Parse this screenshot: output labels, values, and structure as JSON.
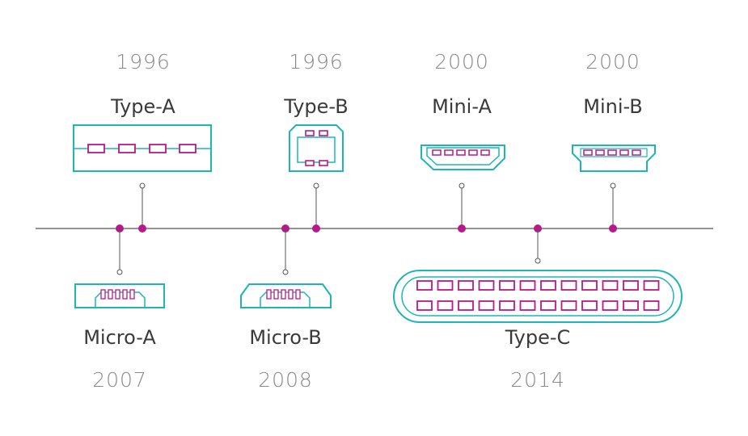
{
  "colors": {
    "connector": "#1fb5b5",
    "pin": "#b8198a",
    "timeline": "#555555",
    "year_text": "#8a8a8a",
    "name_text": "#3a3a3a"
  },
  "connectors_top": [
    {
      "id": "type-a",
      "name": "Type-A",
      "year": "1996"
    },
    {
      "id": "type-b",
      "name": "Type-B",
      "year": "1996"
    },
    {
      "id": "mini-a",
      "name": "Mini-A",
      "year": "2000"
    },
    {
      "id": "mini-b",
      "name": "Mini-B",
      "year": "2000"
    }
  ],
  "connectors_bottom": [
    {
      "id": "micro-a",
      "name": "Micro-A",
      "year": "2007"
    },
    {
      "id": "micro-b",
      "name": "Micro-B",
      "year": "2008"
    },
    {
      "id": "type-c",
      "name": "Type-C",
      "year": "2014"
    }
  ]
}
